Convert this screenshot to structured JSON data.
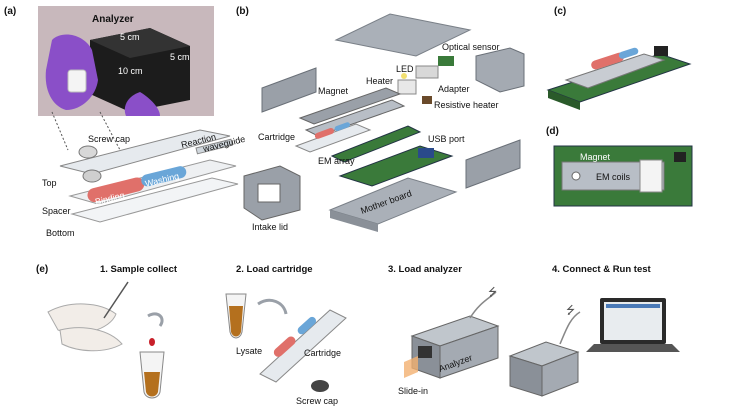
{
  "panels": {
    "a": "(a)",
    "b": "(b)",
    "c": "(c)",
    "d": "(d)",
    "e": "(e)"
  },
  "photo_a": {
    "title": "Analyzer",
    "dim_top": "5 cm",
    "dim_side": "5 cm",
    "dim_len": "10 cm"
  },
  "cartridge_a": {
    "screw_cap": "Screw cap",
    "reaction": "Reaction",
    "waveguide": "waveguide",
    "top": "Top",
    "spacer": "Spacer",
    "bottom": "Bottom",
    "binding": "Binding",
    "washing": "Washing"
  },
  "exploded_b": {
    "optical_sensor": "Optical sensor",
    "led": "LED",
    "heater": "Heater",
    "adapter": "Adapter",
    "resistive_heater": "Resistive heater",
    "magnet": "Magnet",
    "cartridge": "Cartridge",
    "usb_port": "USB port",
    "em_array": "EM array",
    "intake_lid": "Intake lid",
    "mother_board": "Mother board"
  },
  "panel_d": {
    "magnet": "Magnet",
    "em_coils": "EM coils"
  },
  "steps_e": [
    {
      "title": "1. Sample collect"
    },
    {
      "title": "2. Load cartridge",
      "labels": [
        "Lysate",
        "Cartridge",
        "Screw cap"
      ]
    },
    {
      "title": "3. Load analyzer",
      "labels": [
        "Analyzer",
        "Slide-in"
      ]
    },
    {
      "title": "4. Connect & Run test"
    }
  ],
  "colors": {
    "binding": "#e0706a",
    "washing": "#6aa6d8",
    "board_green": "#3a7a3a",
    "device_gray": "#9aa0a8",
    "glove_purple": "#8a4fc8"
  }
}
